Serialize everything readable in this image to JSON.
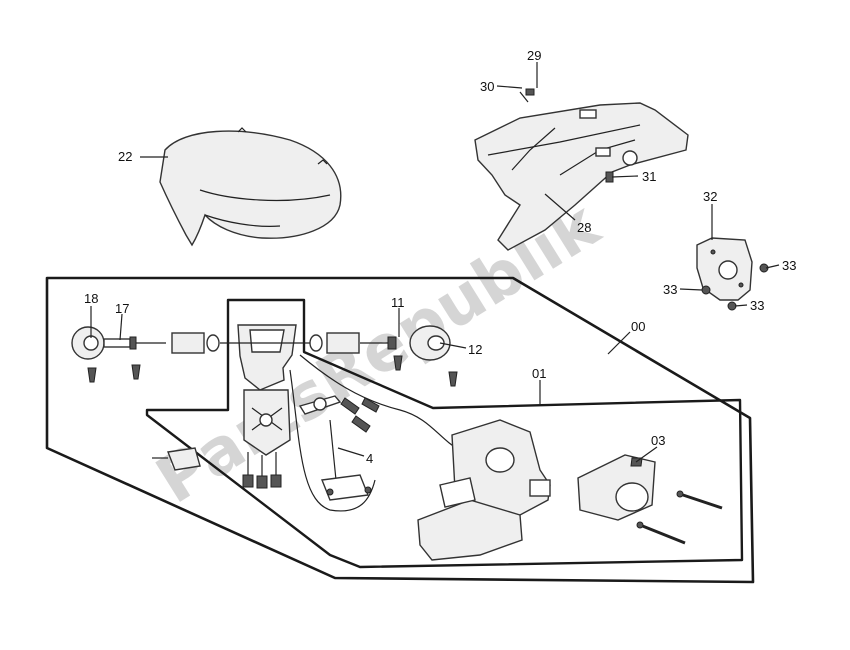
{
  "watermark": "PartsRepublik",
  "callouts": [
    {
      "id": "c29",
      "text": "29"
    },
    {
      "id": "c30",
      "text": "30"
    },
    {
      "id": "c22",
      "text": "22"
    },
    {
      "id": "c31",
      "text": "31"
    },
    {
      "id": "c32",
      "text": "32"
    },
    {
      "id": "c28",
      "text": "28"
    },
    {
      "id": "c33a",
      "text": "33"
    },
    {
      "id": "c33b",
      "text": "33"
    },
    {
      "id": "c33c",
      "text": "33"
    },
    {
      "id": "c18",
      "text": "18"
    },
    {
      "id": "c17",
      "text": "17"
    },
    {
      "id": "c11",
      "text": "11"
    },
    {
      "id": "c12",
      "text": "12"
    },
    {
      "id": "c00",
      "text": "00"
    },
    {
      "id": "c01",
      "text": "01"
    },
    {
      "id": "c03",
      "text": "03"
    },
    {
      "id": "c4",
      "text": "4"
    }
  ]
}
